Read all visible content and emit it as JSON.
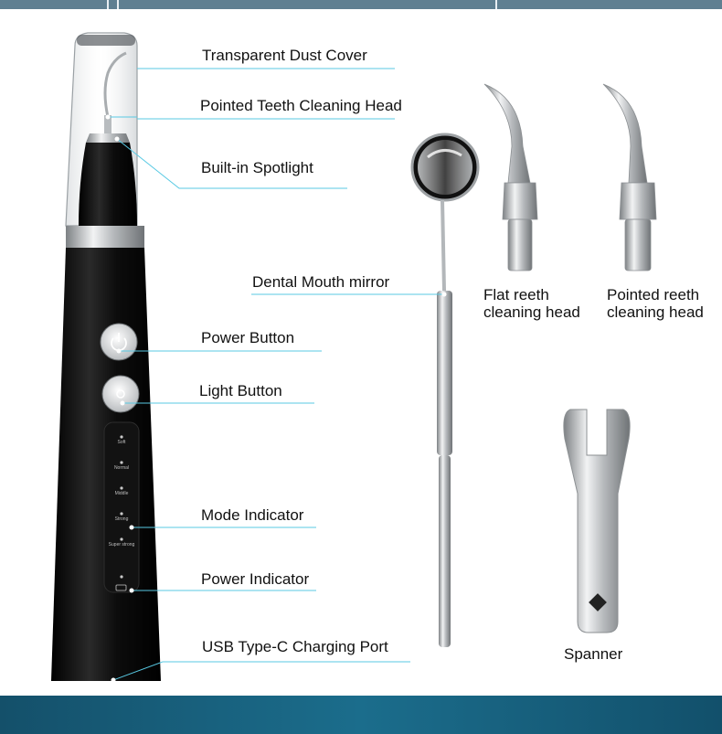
{
  "labels": {
    "dust_cover": "Transparent Dust Cover",
    "cleaning_head": "Pointed Teeth Cleaning Head",
    "spotlight": "Built-in Spotlight",
    "mirror": "Dental Mouth mirror",
    "power_button": "Power Button",
    "light_button": "Light Button",
    "mode_indicator": "Mode Indicator",
    "power_indicator": "Power Indicator",
    "usb_port": "USB Type-C Charging Port",
    "flat_head_line1": "Flat reeth",
    "flat_head_line2": "cleaning head",
    "pointed_head_line1": "Pointed reeth",
    "pointed_head_line2": "cleaning head",
    "spanner": "Spanner"
  },
  "modes": [
    "Soft",
    "Normal",
    "Middle",
    "Strong",
    "Super strong"
  ],
  "colors": {
    "accent_line": "#58c9e3",
    "device_body": "#0b0b0b",
    "metal": "#c9ccce",
    "footer": "#1b6d8c"
  }
}
